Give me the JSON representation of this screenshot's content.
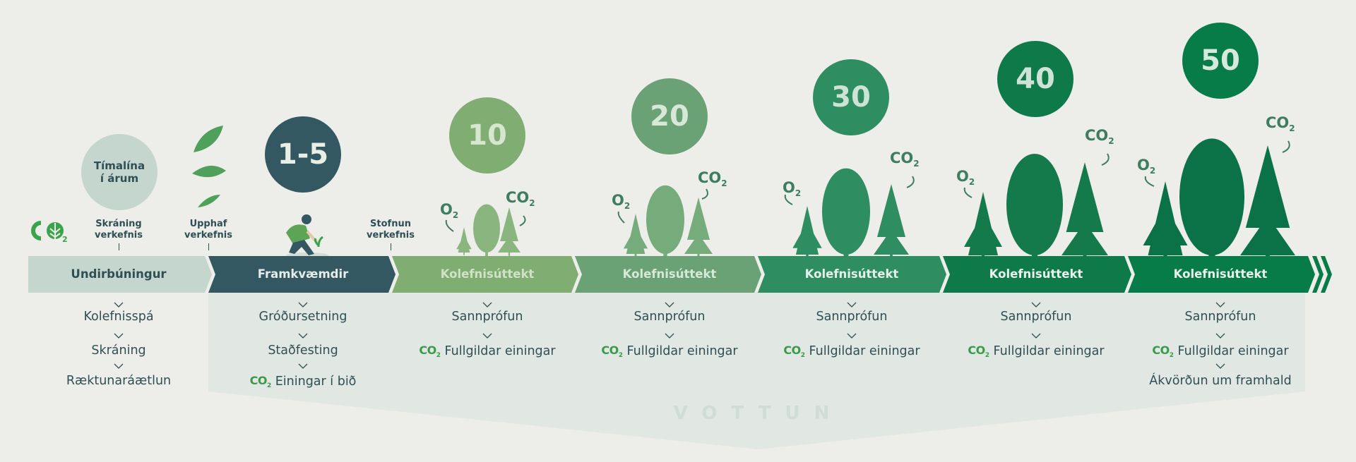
{
  "logo": {
    "text": "CO2"
  },
  "timeline_circle": {
    "line1": "Tímalína",
    "line2": "í árum"
  },
  "milestones": [
    {
      "line1": "Skráning",
      "line2": "verkefnis"
    },
    {
      "line1": "Upphaf",
      "line2": "verkefnis"
    },
    {
      "line1": "Stofnun",
      "line2": "verkefnis"
    }
  ],
  "years": [
    "1-5",
    "10",
    "20",
    "30",
    "40",
    "50"
  ],
  "segments": [
    {
      "label": "Undirbúningur",
      "color": "#c5d6cf",
      "text_color": "#2f4f54"
    },
    {
      "label": "Framkvæmdir",
      "color": "#335862",
      "text_color": "#e6ecea"
    },
    {
      "label": "Kolefnisúttekt",
      "color": "#80ad72",
      "text_color": "#cfe2c6"
    },
    {
      "label": "Kolefnisúttekt",
      "color": "#6aa276",
      "text_color": "#d8e8d6"
    },
    {
      "label": "Kolefnisúttekt",
      "color": "#2f8d62",
      "text_color": "#e6f0ea"
    },
    {
      "label": "Kolefnisúttekt",
      "color": "#0e7a4a",
      "text_color": "#eaf3ed"
    },
    {
      "label": "Kolefnisúttekt",
      "color": "#077c48",
      "text_color": "#eaf3ed"
    }
  ],
  "steps": {
    "col0": [
      "Kolefnisspá",
      "Skráning",
      "Ræktunaráætlun"
    ],
    "col1": [
      "Gróðursetning",
      "Staðfesting",
      "Einingar í bið"
    ],
    "col2": [
      "Sannprófun",
      "Fullgildar einingar"
    ],
    "col3": [
      "Sannprófun",
      "Fullgildar einingar"
    ],
    "col4": [
      "Sannprófun",
      "Fullgildar einingar"
    ],
    "col5": [
      "Sannprófun",
      "Fullgildar einingar"
    ],
    "col6": [
      "Sannprófun",
      "Fullgildar einingar",
      "Ákvörðun um framhald"
    ]
  },
  "gas": {
    "o2": "O",
    "o2_sub": "2",
    "co2": "CO",
    "co2_sub": "2"
  },
  "badge": {
    "text": "CO",
    "sub": "2"
  },
  "vottun": "VOTTUN",
  "colors": {
    "dark": "#2f4f54",
    "badge_green": "#3a9a4a",
    "vottun_panel": "#e1e7e2"
  }
}
